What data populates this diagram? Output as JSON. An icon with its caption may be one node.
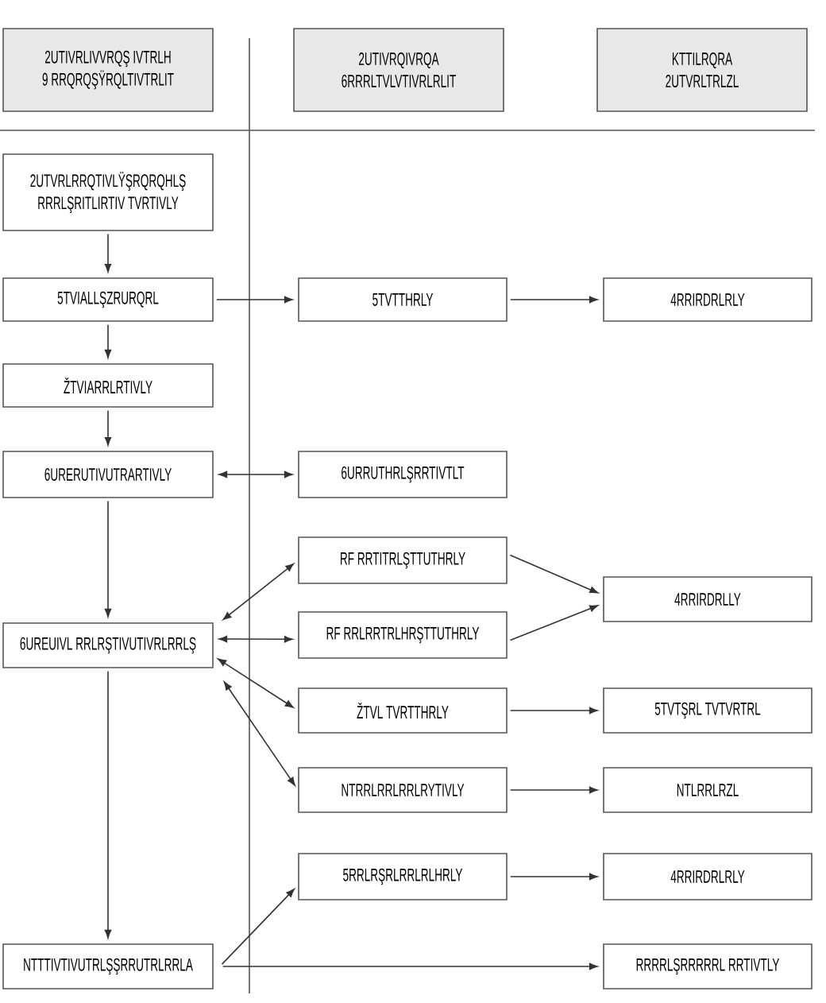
{
  "diagram": {
    "nodes": [
      {
        "text": [
          "2UTIVRLIVVRQŞ IVTRLH",
          "9 RRQRQŞŸRQLTIVTRLIT"
        ]
      },
      {
        "text": [
          "2UTIVRQIVRQA",
          "6RRRLTVLVTIVRLRLIT"
        ]
      },
      {
        "text": [
          "KTTILRQRA",
          "2UTVRLTRLZL"
        ]
      },
      {
        "text": [
          "2UTVRLRRQTIVLŸŞRQRQHLŞ",
          "RRRLŞRITLIRTIV TVRTIVLY"
        ]
      },
      {
        "text": [
          "5TVIALLŞZRURQRL"
        ]
      },
      {
        "text": [
          "5TVTTHRLY"
        ]
      },
      {
        "text": [
          "4RRIRDRLRLY"
        ]
      },
      {
        "text": [
          "ŽTVIARRLRTIVLY"
        ]
      },
      {
        "text": [
          "6URERUTIVUTRARTIVLY"
        ]
      },
      {
        "text": [
          "6URRUTHRLŞRRTIVTLT"
        ]
      },
      {
        "text": [
          "RF RRTITRLŞTTUTHRLY"
        ]
      },
      {
        "text": [
          "4RRIRDRLLY"
        ]
      },
      {
        "text": [
          "RF RRLRRTRLHRŞTTUTHRLY"
        ]
      },
      {
        "text": [
          "6UREUIVL RRLRŞTIVUTIVRLRRLŞ"
        ]
      },
      {
        "text": [
          "ŽTVL TVRTTHRLY"
        ]
      },
      {
        "text": [
          "5TVTŞRL TVTVRTRL"
        ]
      },
      {
        "text": [
          "NTRRLRRLRRLRYTIVLY"
        ]
      },
      {
        "text": [
          "NTLRRLRZL"
        ]
      },
      {
        "text": [
          "5RRLRŞRLRRLRLHRLY"
        ]
      },
      {
        "text": [
          "4RRIRDRLRLY"
        ]
      },
      {
        "text": [
          "NTTTIVTIVUTRLŞŞRRUTRLRRLA"
        ]
      },
      {
        "text": [
          "RRRRLŞRRRRRL RRTIVTLY"
        ]
      }
    ],
    "edges": [
      {
        "from": 3,
        "to": 4,
        "arrow": "to"
      },
      {
        "from": 4,
        "to": 7,
        "arrow": "to"
      },
      {
        "from": 7,
        "to": 8,
        "arrow": "to"
      },
      {
        "from": 8,
        "to": 13,
        "arrow": "to"
      },
      {
        "from": 13,
        "to": 20,
        "arrow": "to"
      },
      {
        "from": 4,
        "to": 5,
        "arrow": "to"
      },
      {
        "from": 5,
        "to": 6,
        "arrow": "to"
      },
      {
        "from": 8,
        "to": 9,
        "arrow": "both"
      },
      {
        "from": 13,
        "to": 10,
        "arrow": "both"
      },
      {
        "from": 13,
        "to": 12,
        "arrow": "both"
      },
      {
        "from": 13,
        "to": 14,
        "arrow": "both"
      },
      {
        "from": 13,
        "to": 16,
        "arrow": "both"
      },
      {
        "from": 10,
        "to": 11,
        "arrow": "to"
      },
      {
        "from": 12,
        "to": 11,
        "arrow": "to"
      },
      {
        "from": 14,
        "to": 15,
        "arrow": "to"
      },
      {
        "from": 16,
        "to": 17,
        "arrow": "to"
      },
      {
        "from": 20,
        "to": 18,
        "arrow": "to"
      },
      {
        "from": 20,
        "to": 21,
        "arrow": "to"
      },
      {
        "from": 18,
        "to": 19,
        "arrow": "to"
      }
    ]
  }
}
